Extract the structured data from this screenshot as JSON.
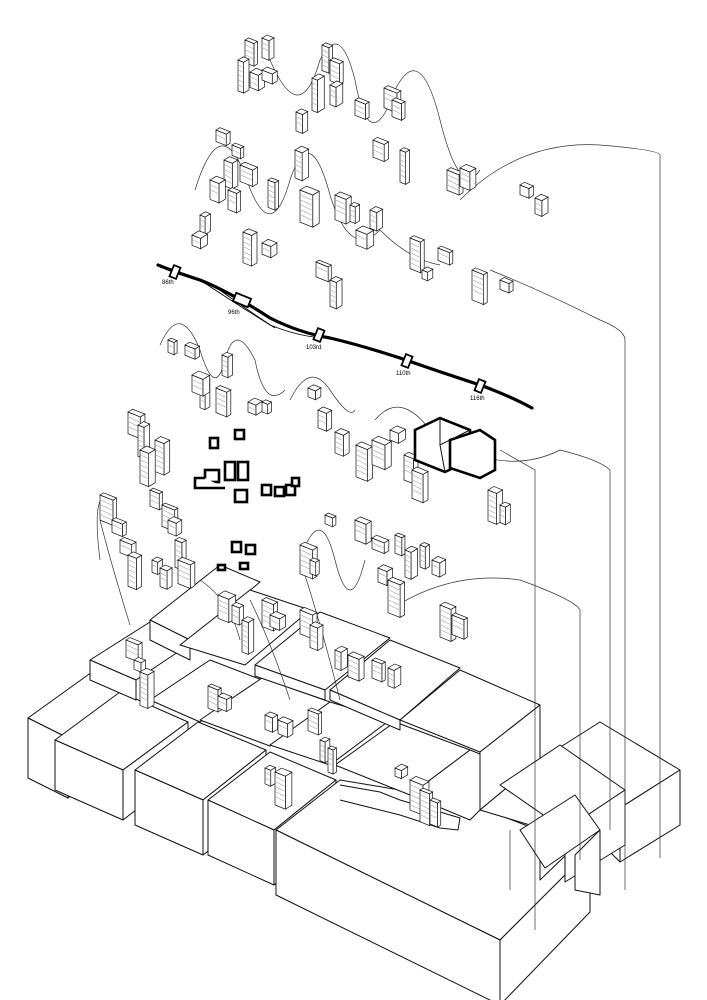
{
  "stations": [
    {
      "id": "86",
      "label": "86th"
    },
    {
      "id": "96",
      "label": "96th"
    },
    {
      "id": "103",
      "label": "103rd"
    },
    {
      "id": "110",
      "label": "110th"
    },
    {
      "id": "116",
      "label": "116th"
    }
  ],
  "colors": {
    "line": "#000000",
    "background": "#ffffff"
  }
}
